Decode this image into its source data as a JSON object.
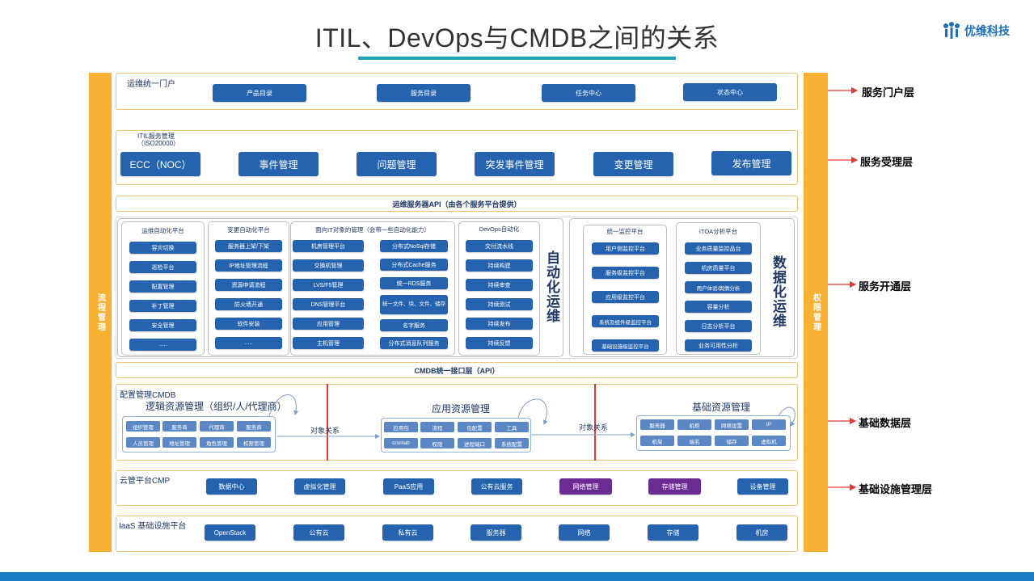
{
  "title": "ITIL、DevOps与CMDB之间的关系",
  "logo": {
    "text": "优维科技",
    "sub": "UWinTech"
  },
  "left_side": "流程管理",
  "right_side": "权限管理",
  "layers": [
    "服务门户层",
    "服务受理层",
    "服务开通层",
    "基础数据层",
    "基础设施管理层"
  ],
  "portal": {
    "label": "运维统一门户",
    "buttons": [
      "产品目录",
      "服务目录",
      "任务中心",
      "状态中心"
    ]
  },
  "itil": {
    "label": "ITIL服务管理",
    "sub": "（ISO20000）",
    "buttons": [
      "ECC（NOC）",
      "事件管理",
      "问题管理",
      "突发事件管理",
      "变更管理",
      "发布管理"
    ]
  },
  "api_bar": "运维服务器API（由各个服务平台提供）",
  "auto_ops": {
    "label": "自动化运维",
    "platform": {
      "title": "运维自动化平台",
      "items": [
        "容灾切换",
        "巡检平台",
        "配置管理",
        "补丁管理",
        "安全管理",
        "....."
      ]
    },
    "change": {
      "title": "变更自动化平台",
      "items": [
        "服务器上架/下架",
        "IP地址管理流程",
        "资源申请流程",
        "防火墙开通",
        "软件安装",
        "....."
      ]
    },
    "it_objects": {
      "title": "面向IT对象的管理（会带一些自动化能力）",
      "left": [
        "机房管理平台",
        "交换机管理",
        "LVS/F5管理",
        "DNS管理平台",
        "应用管理",
        "主机管理"
      ],
      "right": [
        "分布式NoSql存储",
        "分布式Cache服务",
        "统一RDS服务",
        "统一文件、块、文件、储存",
        "名字服务",
        "分布式消息队列服务"
      ]
    },
    "devops": {
      "title": "DevOps自动化",
      "items": [
        "交付流水线",
        "持续构建",
        "持续审查",
        "持续测试",
        "持续发布",
        "持续反馈"
      ]
    }
  },
  "data_ops": {
    "label": "数据化运维",
    "monitor": {
      "title": "统一监控平台",
      "items": [
        "用户侧监控平台",
        "服务级监控平台",
        "应用级监控平台",
        "系统及组件级监控平台",
        "基础设施级监控平台"
      ]
    },
    "itoa": {
      "title": "ITOA分析平台",
      "items": [
        "业务质量监控品台",
        "机房质量平台",
        "用户体验/舆情分析",
        "容量分析",
        "日志分析平台",
        "业务可用性分析"
      ]
    }
  },
  "cmdb_bar": "CMDB统一接口层（API）",
  "cmdb": {
    "label": "配置管理CMDB",
    "logic": {
      "title": "逻辑资源管理（组织/人/代理商）",
      "items": [
        "组织管理",
        "服务商",
        "代理商",
        "服务商",
        "人员管理",
        "地址管理",
        "角色管理",
        "权限管理"
      ]
    },
    "relation": "对象关系",
    "app": {
      "title": "应用资源管理",
      "items": [
        "应用包",
        "流程",
        "包配置",
        "工具",
        "crontab",
        "权限",
        "进程端口",
        "系统配置"
      ]
    },
    "base": {
      "title": "基础资源管理",
      "items": [
        "服务器",
        "机柜",
        "网络设置",
        "IP",
        "机架",
        "端名",
        "储存",
        "虚拟机"
      ]
    }
  },
  "cmp": {
    "label": "云管平台CMP",
    "buttons": [
      "数据中心",
      "虚拟化管理",
      "PaaS应用",
      "公有云服务",
      "网络管理",
      "存储管理",
      "设备管理"
    ]
  },
  "iaas": {
    "label": "IaaS  基础设施平台",
    "buttons": [
      "OpenStack",
      "公有云",
      "私有云",
      "服务器",
      "网络",
      "存储",
      "机房"
    ]
  },
  "colors": {
    "button_blue": "#2563ae",
    "purple": "#6a2c91",
    "orange": "#f8b133",
    "arrow_red": "#e53935",
    "teal": "#1aa7b6"
  }
}
